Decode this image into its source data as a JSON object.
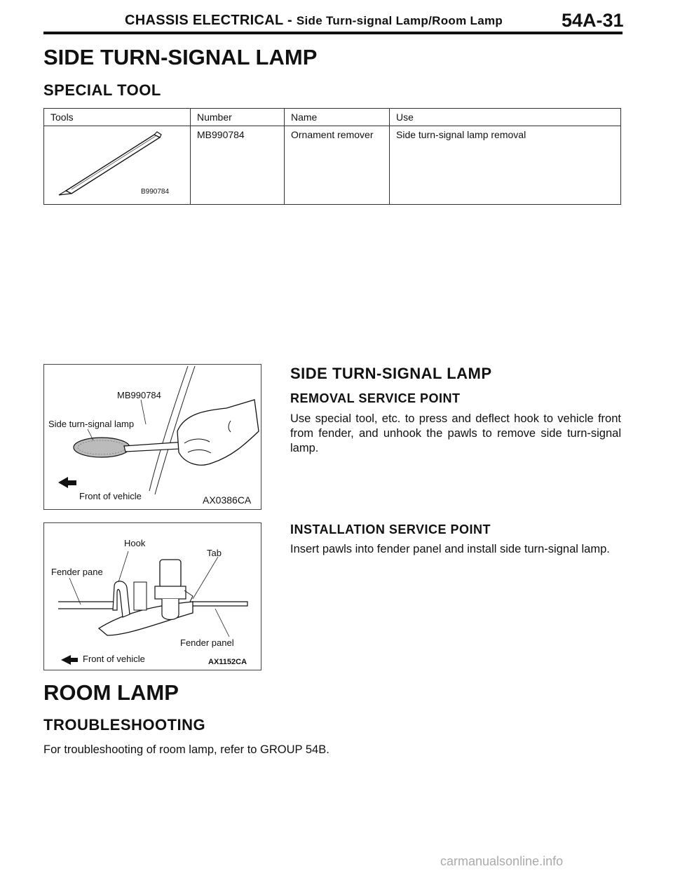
{
  "header": {
    "section": "CHASSIS ELECTRICAL -",
    "subtitle": "Side Turn-signal Lamp/Room Lamp",
    "page_number": "54A-31"
  },
  "side_turn_signal": {
    "title": "SIDE TURN-SIGNAL LAMP",
    "special_tool_heading": "SPECIAL TOOL",
    "table": {
      "headers": [
        "Tools",
        "Number",
        "Name",
        "Use"
      ],
      "rows": [
        {
          "tool_code": "B990784",
          "number": "MB990784",
          "name": "Ornament remover",
          "use": "Side turn-signal lamp removal"
        }
      ]
    }
  },
  "figure1": {
    "labels": {
      "tool": "MB990784",
      "lamp": "Side turn-signal lamp",
      "front": "Front of vehicle"
    },
    "code": "AX0386CA"
  },
  "removal": {
    "title": "SIDE TURN-SIGNAL LAMP",
    "heading": "REMOVAL SERVICE POINT",
    "text": "Use special tool, etc. to press and deflect hook to vehicle front from fender, and unhook the pawls to remove side turn-signal lamp."
  },
  "figure2": {
    "labels": {
      "hook": "Hook",
      "tab": "Tab",
      "fender_pane": "Fender pane",
      "fender_panel": "Fender panel",
      "front": "Front of vehicle"
    },
    "code": "AX1152CA"
  },
  "installation": {
    "heading": "INSTALLATION SERVICE POINT",
    "text": "Insert pawls into fender panel and install side turn-signal lamp."
  },
  "room_lamp": {
    "title": "ROOM LAMP",
    "heading": "TROUBLESHOOTING",
    "text": "For troubleshooting of room lamp, refer to GROUP 54B."
  },
  "footer": {
    "watermark": "carmanualsonline.info"
  }
}
